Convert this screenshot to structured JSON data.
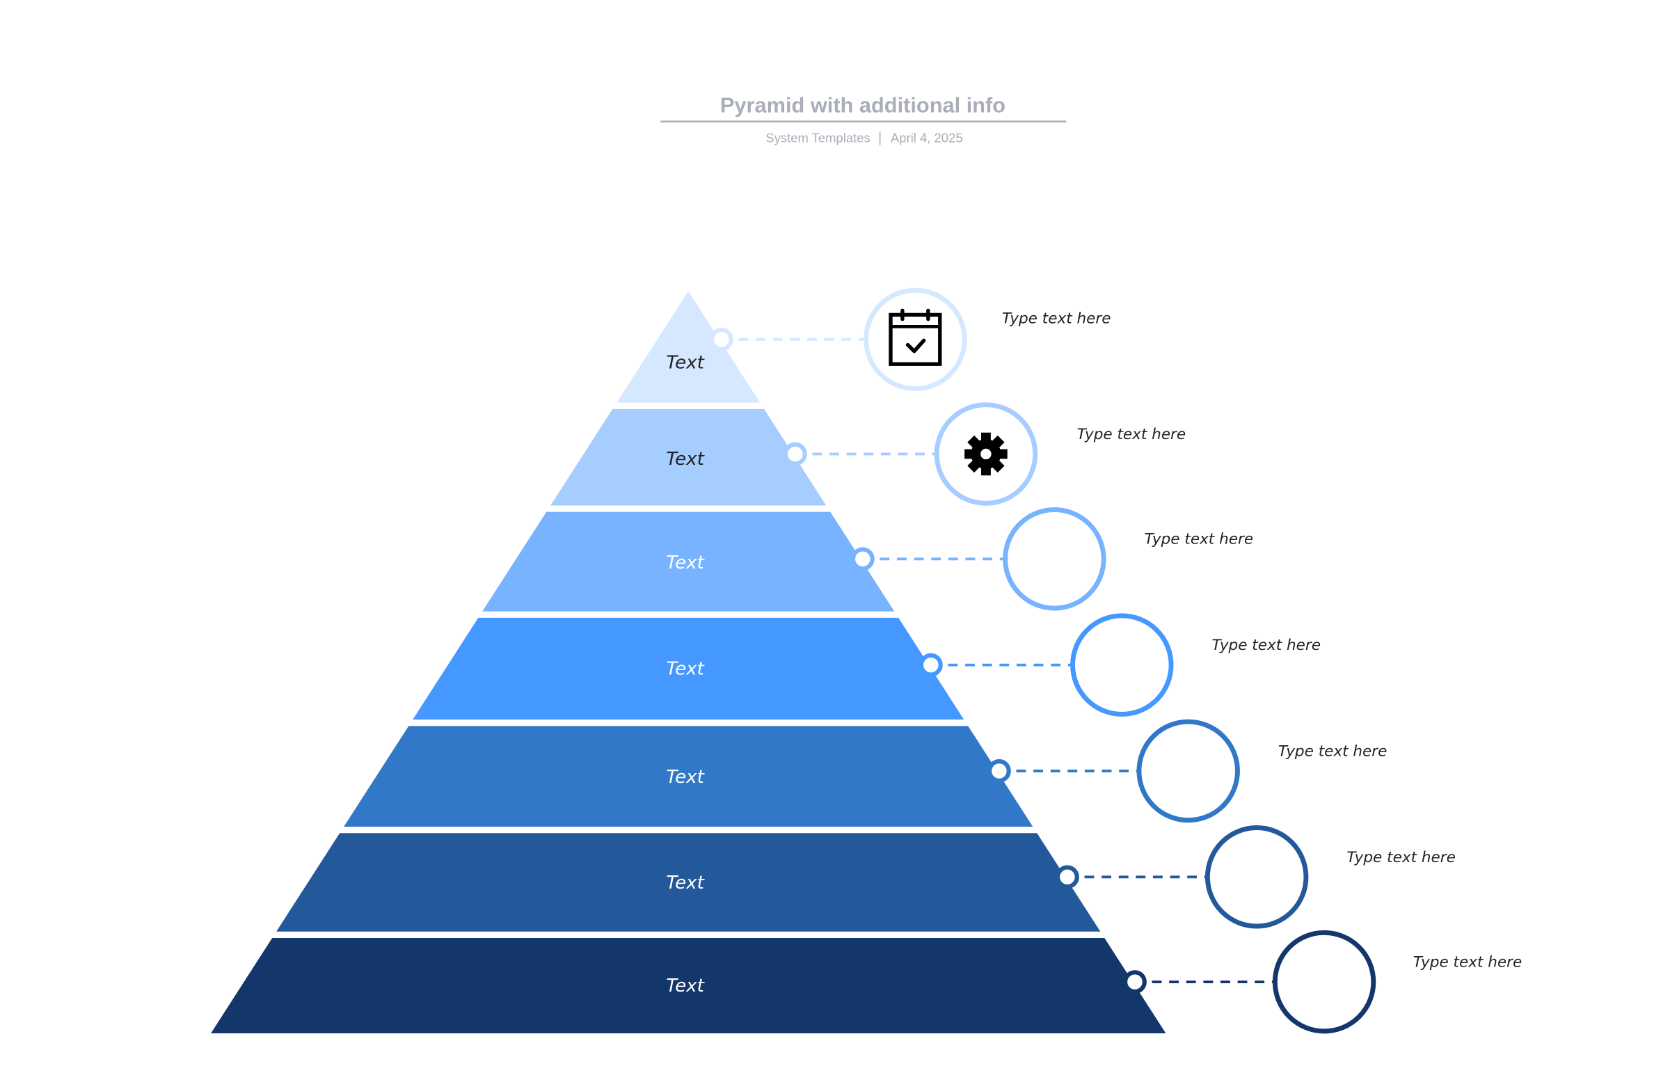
{
  "header": {
    "title": "Pyramid with additional info",
    "source": "System Templates",
    "separator": "|",
    "date": "April 4, 2025"
  },
  "tiers": [
    {
      "label": "Text",
      "info": "Type text here",
      "color": "#D6E8FF",
      "text_color": "#222222",
      "icon": "calendar-check-icon"
    },
    {
      "label": "Text",
      "info": "Type text here",
      "color": "#A6CDFF",
      "text_color": "#222222",
      "icon": "gear-icon"
    },
    {
      "label": "Text",
      "info": "Type text here",
      "color": "#77B3FF",
      "text_color": "#FFFFFF",
      "icon": ""
    },
    {
      "label": "Text",
      "info": "Type text here",
      "color": "#4598FF",
      "text_color": "#FFFFFF",
      "icon": ""
    },
    {
      "label": "Text",
      "info": "Type text here",
      "color": "#3178C9",
      "text_color": "#FFFFFF",
      "icon": ""
    },
    {
      "label": "Text",
      "info": "Type text here",
      "color": "#23589A",
      "text_color": "#FFFFFF",
      "icon": ""
    },
    {
      "label": "Text",
      "info": "Type text here",
      "color": "#13366B",
      "text_color": "#FFFFFF",
      "icon": ""
    }
  ]
}
